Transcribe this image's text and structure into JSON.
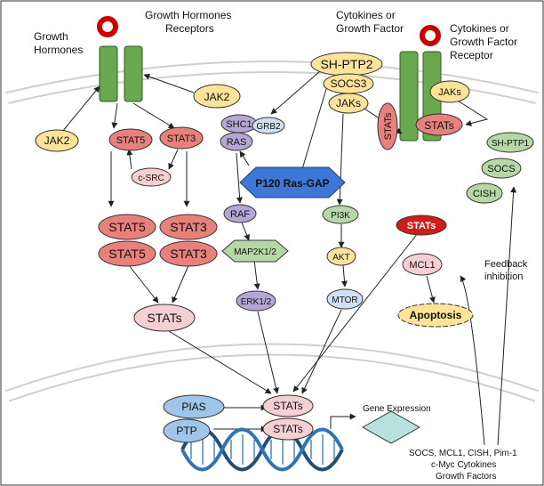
{
  "labels": {
    "growth_hormones": [
      "Growth",
      "Hormones"
    ],
    "gh_receptors": [
      "Growth Hormones",
      "Receptors"
    ],
    "cytokines_growth_factor": [
      "Cytokines or",
      "Growth Factor"
    ],
    "cytokines_receptor": [
      "Cytokines or",
      "Growth Factor",
      "Receptor"
    ],
    "feedback_inhibition": [
      "Feedback",
      "inhibition"
    ],
    "gene_expression": "Gene Expression",
    "bottom_list": [
      "SOCS, MCL1, CISH, Pim-1",
      "c-Myc Cytokines",
      "Growth Factors"
    ]
  },
  "nodes": {
    "jak2_left": "JAK2",
    "jak2_right": "JAK2",
    "stat5_small": "STAT5",
    "stat3_small": "STAT3",
    "c_src": "c-SRC",
    "stat5_a": "STAT5",
    "stat5_b": "STAT5",
    "stat3_a": "STAT3",
    "stat3_b": "STAT3",
    "stats_mid": "STATs",
    "shc1": "SHC1",
    "grb2": "GRB2",
    "ras": "RAS",
    "p120": "P120 Ras-GAP",
    "raf": "RAF",
    "map2k": "MAP2K1/2",
    "erk": "ERK1/2",
    "sh_ptp2": "SH-PTP2",
    "socs3": "SOCS3",
    "jaks_top": "JAKs",
    "stats_vertical": "STATs",
    "jaks_right": "JAKs",
    "stats_receptor": "STATs",
    "pi3k": "PI3K",
    "akt": "AKT",
    "mtor": "MTOR",
    "stats_red": "STATs",
    "mcl1": "MCL1",
    "apoptosis": "Apoptosis",
    "sh_ptp1": "SH-PTP1",
    "socs": "SOCS",
    "cish": "CISH",
    "pias": "PIAS",
    "ptp": "PTP",
    "stats_nuc1": "STATs",
    "stats_nuc2": "STATs"
  },
  "colors": {
    "yellow": "#fbe49a",
    "red": "#e8807b",
    "pink": "#f5d0d3",
    "purple": "#b4a7d6",
    "green": "#b6d7a8",
    "green_dark": "#6aa84f",
    "blue_light": "#cfe2f3",
    "blue": "#3d78d8",
    "blue_mid": "#9fc5e8",
    "teal": "#b7e1dc",
    "membrane": "#d0d0d0",
    "receptor_ring": "#cc0000"
  }
}
